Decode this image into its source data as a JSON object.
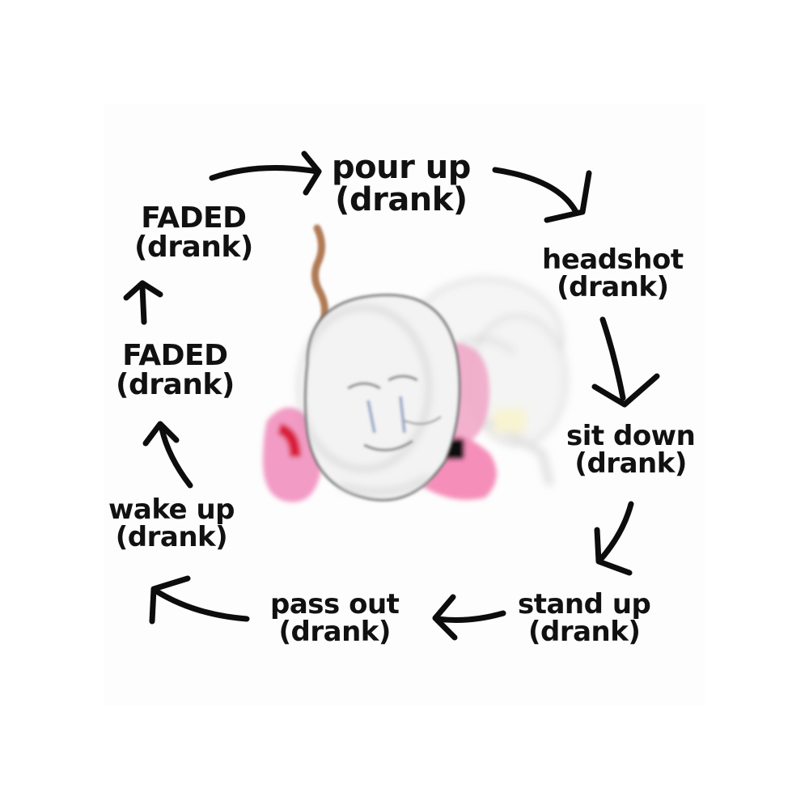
{
  "cycle": {
    "steps": [
      {
        "id": "pour-up",
        "line1": "pour up",
        "line2": "(drank)"
      },
      {
        "id": "headshot",
        "line1": "headshot",
        "line2": "(drank)"
      },
      {
        "id": "sit-down",
        "line1": "sit down",
        "line2": "(drank)"
      },
      {
        "id": "stand-up",
        "line1": "stand up",
        "line2": "(drank)"
      },
      {
        "id": "pass-out",
        "line1": "pass out",
        "line2": "(drank)"
      },
      {
        "id": "wake-up",
        "line1": "wake up",
        "line2": "(drank)"
      },
      {
        "id": "faded-lower",
        "line1": "FADED",
        "line2": "(drank)"
      },
      {
        "id": "faded-upper",
        "line1": "FADED",
        "line2": "(drank)"
      }
    ]
  },
  "colors": {
    "text": "#111111",
    "arrow": "#0d0d0d",
    "wojak_pink": "#f49ac0",
    "wojak_line": "#8a8a8a",
    "straw_brown": "#b07a55"
  },
  "icons": {
    "center_image": "crying-wojak-group-icon"
  }
}
